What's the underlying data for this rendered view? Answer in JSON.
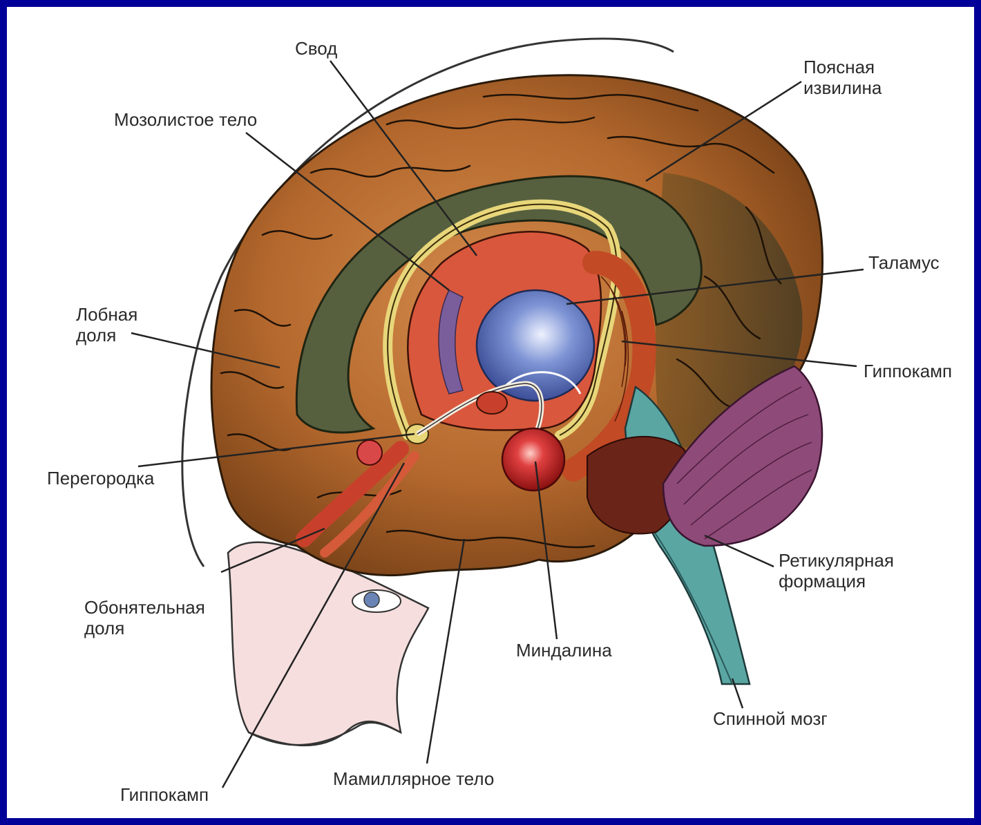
{
  "labels": {
    "svod": "Свод",
    "corpus_callosum": "Мозолистое тело",
    "cingulate_line1": "Поясная",
    "cingulate_line2": "извилина",
    "thalamus": "Таламус",
    "frontal_line1": "Лобная",
    "frontal_line2": "доля",
    "hippocampus_right": "Гиппокамп",
    "septum": "Перегородка",
    "reticular_line1": "Ретикулярная",
    "reticular_line2": "формация",
    "olfactory_line1": "Обонятельная",
    "olfactory_line2": "доля",
    "amygdala": "Миндалина",
    "spinal_cord": "Спинной мозг",
    "mamillary_body": "Мамиллярное тело",
    "hippocampus_bottom": "Гиппокамп"
  },
  "colors": {
    "frame": "#000099",
    "background": "#ffffff",
    "cortex": "#b86b2e",
    "cingulate": "#4f5a3e",
    "fornix": "#e8d67a",
    "limbic_inner": "#d9573c",
    "thalamus": "#6f86c9",
    "amygdala": "#d42a2a",
    "cerebellum": "#8e4a78",
    "brainstem": "#5aa6a3",
    "leader_line": "#222222"
  }
}
